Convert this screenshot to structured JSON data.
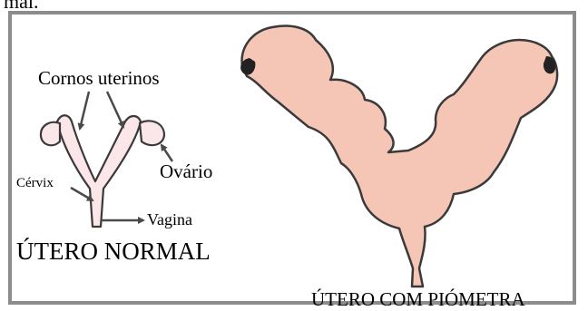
{
  "fragment_text": "mal.",
  "labels": {
    "horns": "Cornos uterinos",
    "ovary": "Ovário",
    "cervix": "Cérvix",
    "vagina": "Vagina",
    "normal_uterus": "ÚTERO NORMAL",
    "pyometra_uterus": "ÚTERO COM PIÓMETRA"
  },
  "colors": {
    "tissue_fill": "#f5c5b5",
    "normal_fill": "#fbe6ea",
    "outline": "#3a3a3a",
    "frame": "#8c8c8c",
    "arrow": "#4a4a4a",
    "ovary_dark": "#222222"
  }
}
